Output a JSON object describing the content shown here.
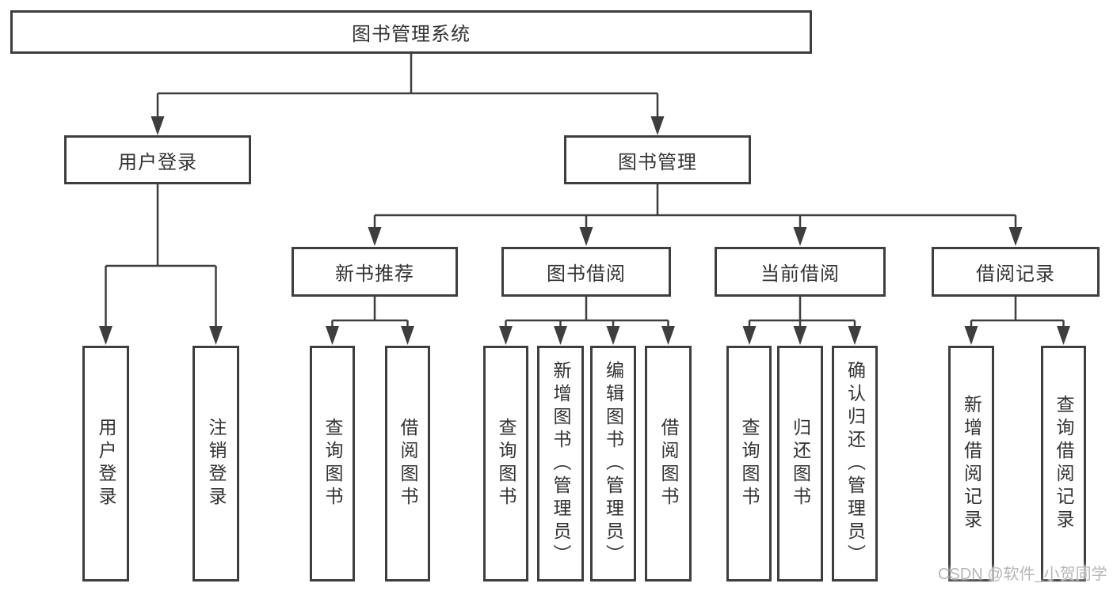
{
  "tree": {
    "label": "图书管理系统",
    "children": [
      {
        "label": "用户登录",
        "children": [
          {
            "label": "用户登录"
          },
          {
            "label": "注销登录"
          }
        ]
      },
      {
        "label": "图书管理",
        "children": [
          {
            "label": "新书推荐",
            "children": [
              {
                "label": "查询图书"
              },
              {
                "label": "借阅图书"
              }
            ]
          },
          {
            "label": "图书借阅",
            "children": [
              {
                "label": "查询图书"
              },
              {
                "label": "新增图书（管理员）"
              },
              {
                "label": "编辑图书（管理员）"
              },
              {
                "label": "借阅图书"
              }
            ]
          },
          {
            "label": "当前借阅",
            "children": [
              {
                "label": "查询图书"
              },
              {
                "label": "归还图书"
              },
              {
                "label": "确认归还（管理员）"
              }
            ]
          },
          {
            "label": "借阅记录",
            "children": [
              {
                "label": "新增借阅记录"
              },
              {
                "label": "查询借阅记录"
              }
            ]
          }
        ]
      }
    ]
  },
  "watermark": {
    "text": "CSDN @软件_小贺同学"
  },
  "colors": {
    "line": "#3e3e3e",
    "box_border": "#3e3e3e",
    "text": "#333333",
    "background": "#ffffff",
    "watermark": "#b6b6b6"
  }
}
